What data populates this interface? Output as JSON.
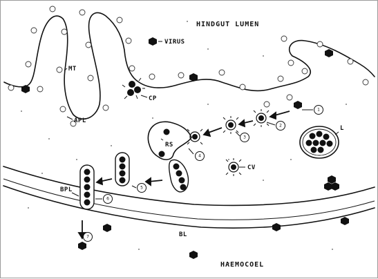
{
  "labels": {
    "hindgut_lumen": "HINDGUT LUMEN",
    "virus": "VIRUS",
    "mt": "MT",
    "apl": "APL",
    "cp": "CP",
    "rs": "RS",
    "l": "L",
    "cv": "CV",
    "bpl": "BPL",
    "bl": "BL",
    "haemocoel": "HAEMOCOEL"
  },
  "steps": [
    "1",
    "2",
    "3",
    "4",
    "5",
    "6",
    "7"
  ],
  "colors": {
    "ink": "#111111",
    "frame": "#9a9a9a",
    "background": "#ffffff"
  }
}
